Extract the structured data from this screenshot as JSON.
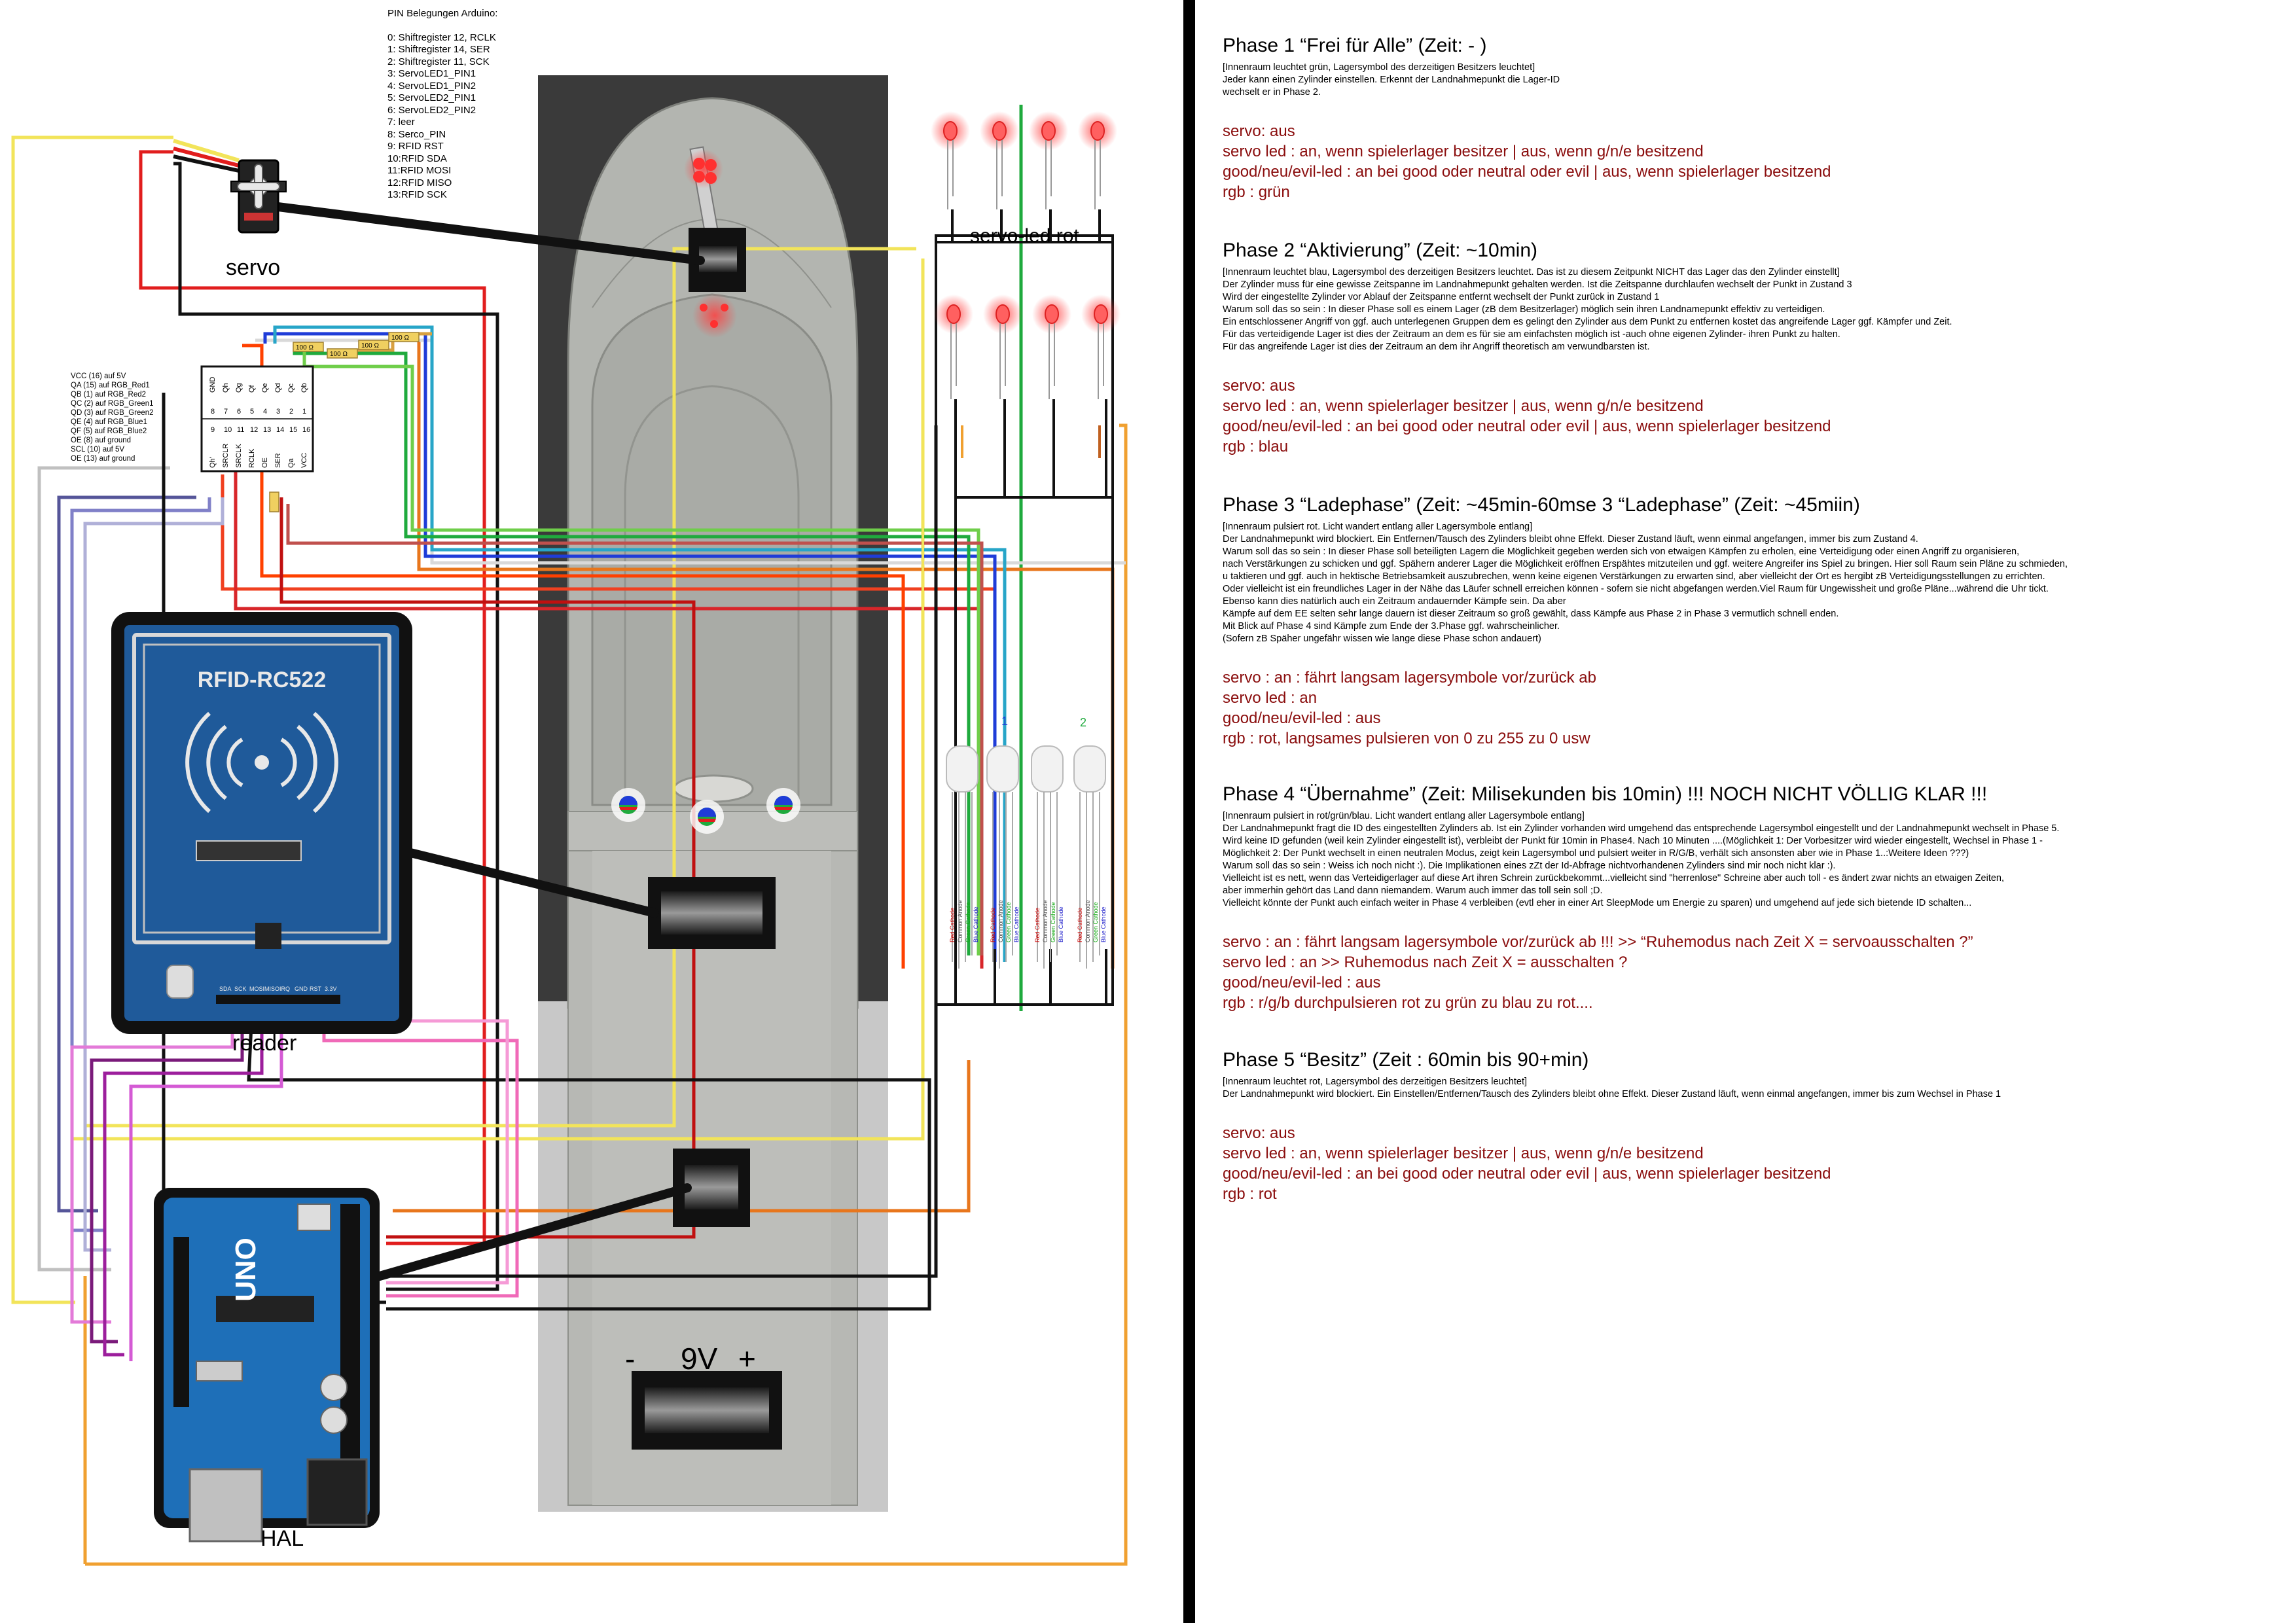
{
  "pin_header": "PIN Belegungen Arduino:",
  "pins": [
    "0: Shiftregister 12, RCLK",
    "1: Shiftregister 14, SER",
    "2: Shiftregister 11, SCK",
    "3: ServoLED1_PIN1",
    "4: ServoLED1_PIN2",
    "5: ServoLED2_PIN1",
    "6: ServoLED2_PIN2",
    "7: leer",
    "8: Serco_PIN",
    "9: RFID RST",
    "10:RFID SDA",
    "11:RFID MOSI",
    "12:RFID MISO",
    "13:RFID SCK"
  ],
  "chip_notes": [
    "VCC (16) auf 5V",
    "QA (15) auf RGB_Red1",
    "QB (1) auf RGB_Red2",
    "QC (2) auf RGB_Green1",
    "QD (3) auf RGB_Green2",
    "QE (4) auf RGB_Blue1",
    "QF (5) auf RGB_Blue2",
    "OE (8) auf ground",
    "SCL (10) auf 5V",
    "OE (13) auf ground"
  ],
  "chip_top_pins": [
    "GND",
    "Qh",
    "Qg",
    "Qf",
    "Qe",
    "Qd",
    "Qc",
    "Qb"
  ],
  "chip_top_nums": [
    "8",
    "7",
    "6",
    "5",
    "4",
    "3",
    "2",
    "1"
  ],
  "chip_bottom_nums": [
    "9",
    "10",
    "11",
    "12",
    "13",
    "14",
    "15",
    "16"
  ],
  "chip_bottom_pins": [
    "Qh'",
    "SRCLR",
    "SRCLK",
    "RCLK",
    "OE",
    "SER",
    "Qa",
    "VCC"
  ],
  "resistor_label": "100 Ω",
  "rfid_label": "RFID-RC522",
  "rfid_pins": [
    "SDA",
    "SCK",
    "MOSI",
    "MISO",
    "IRQ",
    "GND",
    "RST",
    "3.3V"
  ],
  "arduino_board": "UNO",
  "rgb_group_labels": [
    "1",
    "2"
  ],
  "rgb_pin_labels": [
    "Red Cathode",
    "Common Anode",
    "Green Cathode",
    "Blue Cathode"
  ],
  "labels": {
    "servo": "servo",
    "servo_led": "servo-led rot",
    "reader": "reader",
    "hal": "HAL",
    "battery_minus": "-",
    "battery_v": "9V",
    "battery_plus": "+"
  },
  "phases": [
    {
      "title": "Phase 1 “Frei für Alle” (Zeit: - )",
      "desc": [
        "[Innenraum leuchtet grün, Lagersymbol des derzeitigen Besitzers leuchtet]",
        "Jeder kann einen Zylinder einstellen. Erkennt der Landnahmepunkt die Lager-ID",
        " wechselt er in Phase 2."
      ],
      "states": [
        "servo: aus",
        "servo led : an, wenn spielerlager besitzer | aus, wenn g/n/e besitzend",
        "good/neu/evil-led : an bei good oder neutral oder evil | aus, wenn spielerlager besitzend",
        "rgb : grün"
      ]
    },
    {
      "title": "Phase 2 “Aktivierung” (Zeit: ~10min)",
      "desc": [
        "[Innenraum leuchtet blau, Lagersymbol des derzeitigen Besitzers leuchtet. Das ist zu diesem Zeitpunkt NICHT das Lager das den Zylinder einstellt]",
        " ",
        "Der Zylinder muss für eine gewisse Zeitspanne im Landnahmepunkt gehalten werden. Ist die Zeitspanne durchlaufen wechselt der Punkt in Zustand 3",
        "Wird der eingestellte Zylinder vor Ablauf der Zeitspanne entfernt wechselt der Punkt zurück in Zustand 1",
        " ",
        "Warum soll das so sein : In dieser Phase soll es einem Lager (zB dem Besitzerlager) möglich sein ihren Landnamepunkt effektiv zu verteidigen.",
        "Ein entschlossener Angriff von ggf. auch unterlegenen Gruppen dem es gelingt den Zylinder aus dem Punkt zu entfernen kostet das angreifende Lager ggf. Kämpfer und Zeit.",
        "Für das verteidigende Lager ist dies der Zeitraum an dem es für sie am einfachsten möglich ist -auch ohne eigenen Zylinder- ihren Punkt zu halten.",
        "Für das angreifende Lager ist dies der Zeitraum an dem ihr Angriff theoretisch am verwundbarsten ist."
      ],
      "states": [
        "servo: aus",
        "servo led : an, wenn spielerlager besitzer | aus, wenn g/n/e besitzend",
        "good/neu/evil-led : an bei good oder neutral oder evil | aus, wenn spielerlager besitzend",
        "rgb : blau"
      ]
    },
    {
      "title": "Phase 3 “Ladephase” (Zeit: ~45min-60mse 3 “Ladephase” (Zeit: ~45miin)",
      "desc": [
        "[Innenraum pulsiert rot. Licht wandert entlang aller Lagersymbole entlang]",
        "Der Landnahmepunkt wird blockiert. Ein Entfernen/Tausch des Zylinders bleibt ohne Effekt. Dieser Zustand läuft, wenn einmal angefangen, immer bis zum Zustand 4.",
        "Warum soll das so sein : In dieser Phase soll beteiligten Lagern die Möglichkeit gegeben werden sich von etwaigen Kämpfen zu erholen, eine Verteidigung oder einen Angriff zu organisieren,",
        "nach Verstärkungen zu schicken und ggf. Spähern anderer Lager die Möglichkeit eröffnen Erspähtes mitzuteilen und ggf. weitere Angreifer ins Spiel zu bringen. Hier soll Raum sein Pläne zu schmieden,",
        "u taktieren und ggf. auch in hektische Betriebsamkeit auszubrechen, wenn keine eigenen Verstärkungen zu erwarten sind, aber vielleicht der Ort es hergibt zB Verteidigungsstellungen zu errichten.",
        "Oder vielleicht ist ein freundliches Lager in der Nähe das Läufer schnell erreichen können - sofern sie nicht abgefangen werden.Viel Raum für Ungewissheit und große Pläne...während die Uhr tickt.",
        "Ebenso kann dies natürlich auch ein Zeitraum andauernder Kämpfe sein. Da aber",
        "Kämpfe auf dem EE selten sehr lange dauern ist dieser Zeitraum so groß gewählt, dass Kämpfe aus Phase 2 in Phase 3 vermutlich schnell enden.",
        "Mit Blick auf Phase 4 sind Kämpfe zum Ende der 3.Phase ggf. wahrscheinlicher.",
        "(Sofern zB Späher ungefähr wissen wie lange diese Phase schon andauert)"
      ],
      "states": [
        "servo : an : fährt langsam lagersymbole vor/zurück ab",
        "servo led : an",
        "good/neu/evil-led : aus",
        "rgb : rot, langsames pulsieren von 0 zu 255 zu 0 usw"
      ]
    },
    {
      "title": "Phase 4 “Übernahme” (Zeit: Milisekunden bis 10min) !!! NOCH NICHT VÖLLIG KLAR !!!",
      "desc": [
        "[Innenraum pulsiert in rot/grün/blau. Licht wandert entlang aller Lagersymbole entlang]",
        "Der Landnahmepunkt fragt die ID des eingestellten Zylinders ab. Ist ein Zylinder vorhanden wird umgehend das entsprechende Lagersymbol eingestellt und der Landnahmepunkt wechselt in Phase 5.",
        "Wird keine ID gefunden (weil kein Zylinder eingestellt ist), verbleibt der Punkt für 10min in Phase4. Nach 10 Minuten ....(Möglichkeit 1: Der Vorbesitzer wird wieder eingestellt, Wechsel in Phase 1 -",
        "Möglichkeit 2: Der Punkt wechselt in  einen neutralen Modus, zeigt kein Lagersymbol und pulsiert weiter in R/G/B, verhält sich ansonsten aber wie in Phase 1..:Weitere Ideen ???)",
        "Warum soll das so sein : Weiss ich noch nicht :). Die Implikationen eines zZt der Id-Abfrage nichtvorhandenen Zylinders sind mir noch nicht klar :).",
        "Vielleicht ist es nett, wenn das Verteidigerlager auf diese Art ihren Schrein zurückbekommt...vielleicht sind \"herrenlose\" Schreine aber auch toll - es ändert zwar nichts an etwaigen Zeiten,",
        "aber immerhin gehört das Land dann niemandem. Warum auch immer das toll sein soll ;D.",
        "Vielleicht könnte der Punkt auch einfach weiter in Phase 4 verbleiben (evtl eher in einer Art SleepMode um Energie zu sparen) und umgehend auf jede sich bietende ID schalten..."
      ],
      "states": [
        "servo : an : fährt langsam lagersymbole vor/zurück ab !!! >> “Ruhemodus nach Zeit X = servoausschalten ?”",
        "servo led : an >> Ruhemodus nach Zeit X = ausschalten ?",
        "good/neu/evil-led : aus",
        "rgb : r/g/b durchpulsieren rot zu grün zu blau zu rot...."
      ]
    },
    {
      "title": "Phase 5 “Besitz” (Zeit : 60min bis 90+min)",
      "desc": [
        "[Innenraum leuchtet rot, Lagersymbol des derzeitigen Besitzers leuchtet]",
        "Der Landnahmepunkt wird blockiert. Ein Einstellen/Entfernen/Tausch  des Zylinders bleibt ohne Effekt. Dieser Zustand läuft, wenn einmal angefangen, immer bis zum Wechsel in Phase 1"
      ],
      "states": [
        "servo: aus",
        "servo led : an, wenn spielerlager besitzer | aus, wenn g/n/e besitzend",
        "good/neu/evil-led : an bei good oder neutral oder evil | aus, wenn spielerlager besitzend",
        "rgb : rot"
      ]
    }
  ]
}
